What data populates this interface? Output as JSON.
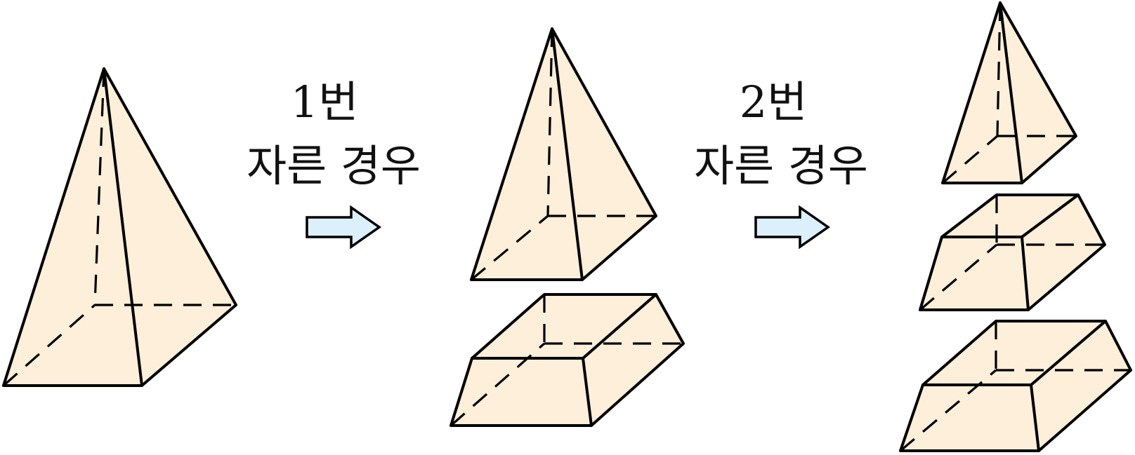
{
  "steps": [
    {
      "line1": "1번",
      "line2": "자른 경우"
    },
    {
      "line1": "2번",
      "line2": "자른 경우"
    }
  ],
  "colors": {
    "solid_fill": "#fdefd9",
    "arrow_fill": "#dcf0fb",
    "edge": "#000000"
  },
  "icons": {
    "arrow": "right-arrow-icon"
  }
}
